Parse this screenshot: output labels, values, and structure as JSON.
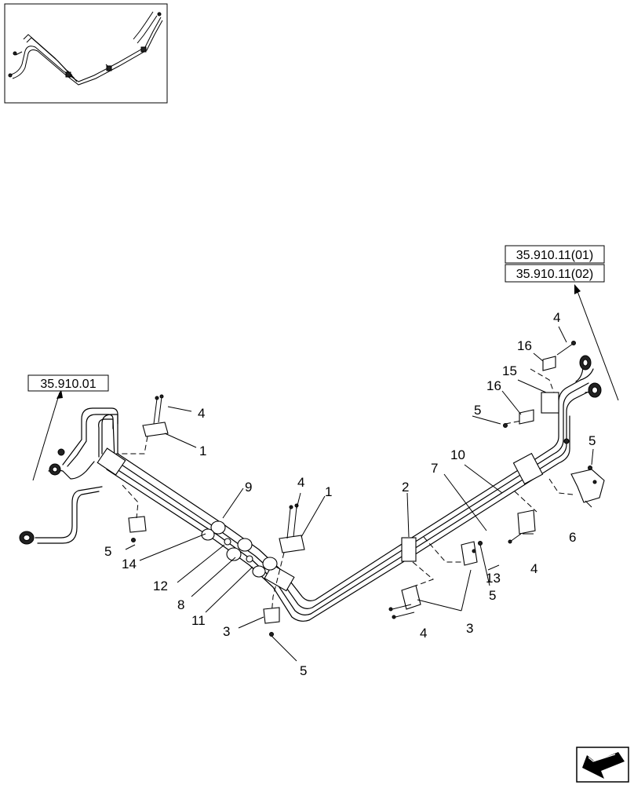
{
  "references": {
    "left": "35.910.01",
    "right_1": "35.910.11(01)",
    "right_2": "35.910.11(02)"
  },
  "callouts": [
    {
      "id": "c4a",
      "text": "4"
    },
    {
      "id": "c1a",
      "text": "1"
    },
    {
      "id": "c9",
      "text": "9"
    },
    {
      "id": "c5a",
      "text": "5"
    },
    {
      "id": "c14",
      "text": "14"
    },
    {
      "id": "c12",
      "text": "12"
    },
    {
      "id": "c8",
      "text": "8"
    },
    {
      "id": "c11",
      "text": "11"
    },
    {
      "id": "c4b",
      "text": "4"
    },
    {
      "id": "c1b",
      "text": "1"
    },
    {
      "id": "c3a",
      "text": "3"
    },
    {
      "id": "c5b",
      "text": "5"
    },
    {
      "id": "c2",
      "text": "2"
    },
    {
      "id": "c7",
      "text": "7"
    },
    {
      "id": "c10",
      "text": "10"
    },
    {
      "id": "c3b",
      "text": "3"
    },
    {
      "id": "c4c",
      "text": "4"
    },
    {
      "id": "c5c",
      "text": "5"
    },
    {
      "id": "c13",
      "text": "13"
    },
    {
      "id": "c4d",
      "text": "4"
    },
    {
      "id": "c6",
      "text": "6"
    },
    {
      "id": "c5d",
      "text": "5"
    },
    {
      "id": "c5e",
      "text": "5"
    },
    {
      "id": "c16a",
      "text": "16"
    },
    {
      "id": "c15",
      "text": "15"
    },
    {
      "id": "c16b",
      "text": "16"
    },
    {
      "id": "c4e",
      "text": "4"
    }
  ],
  "icons": {
    "overview": "pipe-overview-thumbnail",
    "nav": "next-page-arrow-icon"
  }
}
